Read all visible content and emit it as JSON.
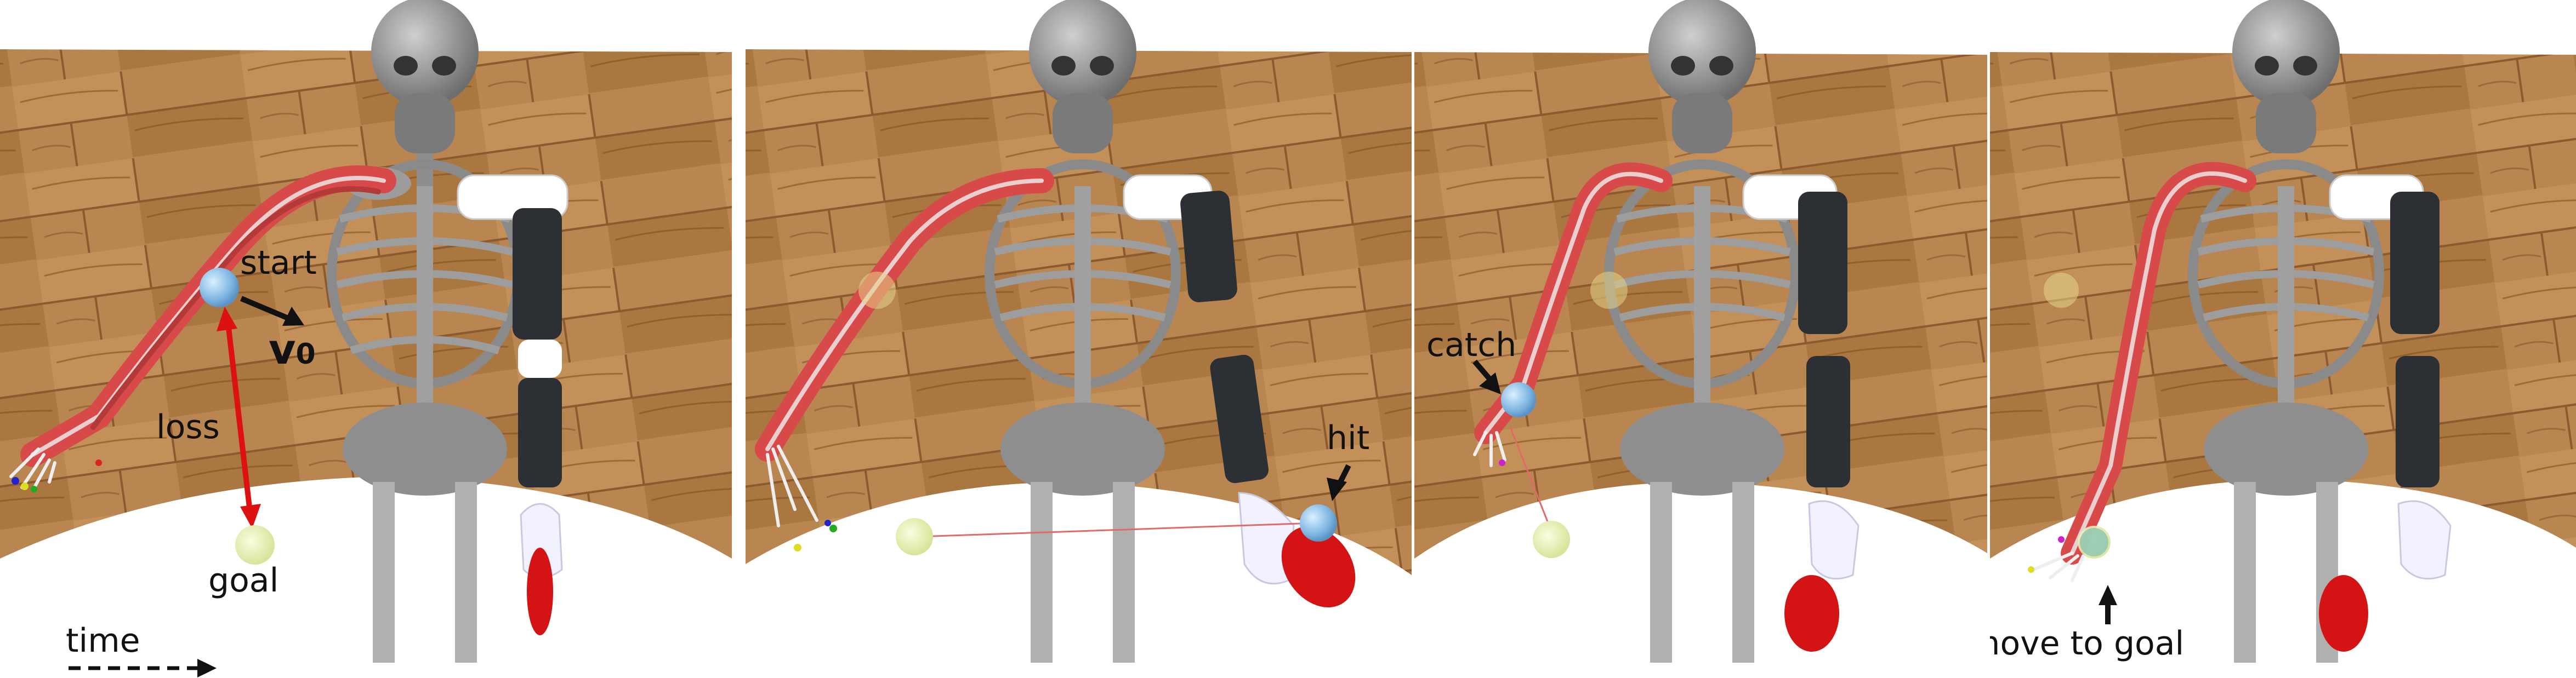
{
  "annotations": {
    "start": "start",
    "v0_main": "v",
    "v0_sub": "0",
    "loss": "loss",
    "goal": "goal",
    "time": "time",
    "hit": "hit",
    "catch": "catch",
    "move_to_goal": "move to goal"
  },
  "colors": {
    "floor": "#b98550",
    "floor_dark": "#8c5a2e",
    "muscle": "#d84a4a",
    "bone": "#9a9a9a",
    "paddle": "#d41414",
    "ball": "#8fc2e8",
    "goal_marker": "#e9eeb0",
    "loss_arrow": "#dd1111",
    "prosthesis_dark": "#2c2f33"
  },
  "panels": [
    {
      "name": "panel-1-start"
    },
    {
      "name": "panel-2-hit"
    },
    {
      "name": "panel-3-catch"
    },
    {
      "name": "panel-4-move-to-goal"
    }
  ]
}
